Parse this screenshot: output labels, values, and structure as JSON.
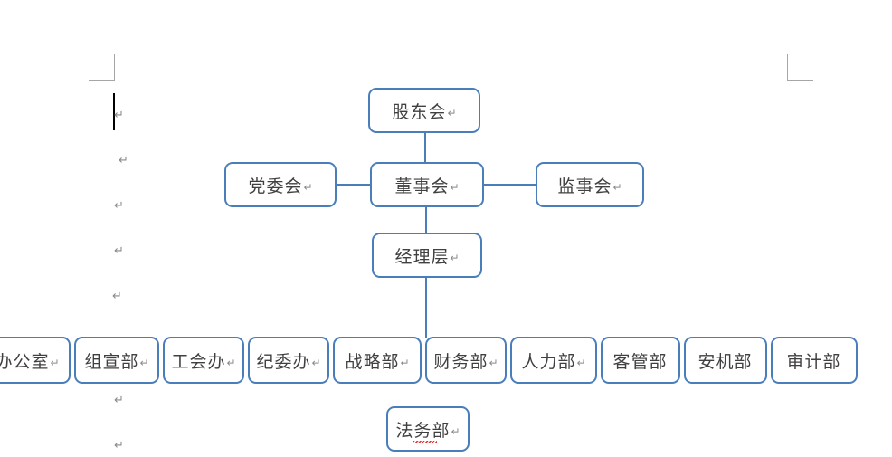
{
  "document": {
    "type": "word-processor-organization-chart",
    "background_color": "#ffffff",
    "box_border_color": "#4a7ebb",
    "connector_color": "#4a7ebb",
    "text_color": "#404040",
    "paragraph_mark": "↵",
    "paragraph_mark_color": "#8a8a8a",
    "margin_guide_color": "#a6a6a6",
    "page_edge_color": "#b4b4b4"
  },
  "chart_nodes": {
    "shareholders": {
      "label": "股东会",
      "mark": "↵"
    },
    "party_committee": {
      "label": "党委会",
      "mark": "↵"
    },
    "board_of_directors": {
      "label": "董事会",
      "mark": "↵"
    },
    "supervisory_board": {
      "label": "监事会",
      "mark": "↵"
    },
    "management": {
      "label": "经理层",
      "mark": "↵"
    },
    "legal": {
      "label": "法务部",
      "mark": "↵",
      "spellcheck_error": true
    }
  },
  "departments": [
    {
      "label": "办公室",
      "mark": "↵"
    },
    {
      "label": "组宣部",
      "mark": "↵"
    },
    {
      "label": "工会办",
      "mark": "↵"
    },
    {
      "label": "纪委办",
      "mark": "↵"
    },
    {
      "label": "战略部",
      "mark": "↵"
    },
    {
      "label": "财务部",
      "mark": "↵"
    },
    {
      "label": "人力部",
      "mark": "↵"
    },
    {
      "label": "客管部",
      "mark": ""
    },
    {
      "label": "安机部",
      "mark": ""
    },
    {
      "label": "审计部",
      "mark": ""
    }
  ],
  "paragraph_marks": [
    {
      "mark": "↵"
    },
    {
      "mark": "↵"
    },
    {
      "mark": "↵"
    },
    {
      "mark": "↵"
    },
    {
      "mark": "↵"
    },
    {
      "mark": "↵"
    },
    {
      "mark": "↵"
    }
  ]
}
